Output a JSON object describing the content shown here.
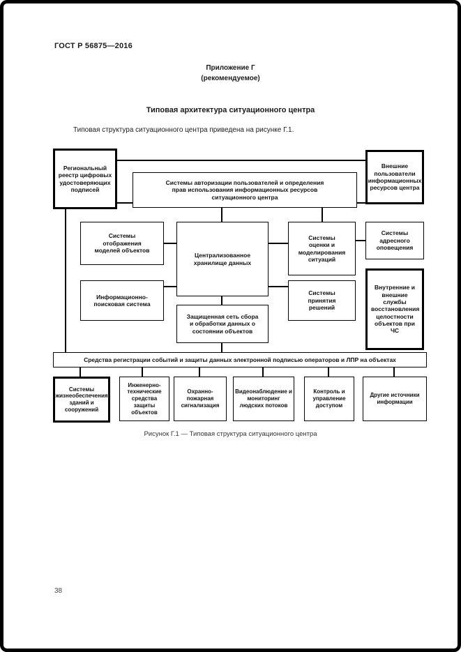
{
  "doc": {
    "header": "ГОСТ Р 56875—2016",
    "appendix": {
      "label": "Приложение Г",
      "note": "(рекомендуемое)"
    },
    "title": "Типовая архитектура ситуационного центра",
    "intro": "Типовая структура ситуационного центра приведена на рисунке Г.1.",
    "figure_caption": "Рисунок Г.1 — Типовая структура ситуационного центра",
    "page_number": "38"
  },
  "diagram": {
    "boxes": {
      "regional_registry": "Региональный реестр цифровых удостоверяющих подписей",
      "authorization": "Системы авторизации пользователей и определения прав использования информационных ресурсов ситуационного центра",
      "external_users": "Внешние пользователи информационных ресурсов центра",
      "model_display": "Системы отображения моделей объектов",
      "central_storage": "Централизованное хранилище данных",
      "assessment_modeling": "Системы оценки и моделирования ситуаций",
      "targeted_alert": "Системы адресного оповещения",
      "recovery_services": "Внутренние и внешние службы восстановления целостности объектов при ЧС",
      "info_retrieval": "Информационно-поисковая система",
      "secure_network": "Защищенная сеть сбора и обработки данных о состоянии объектов",
      "decision_making": "Системы принятия решений",
      "registration_bar": "Средства регистрации событий и защиты данных электронной подписью операторов и ЛПР на объектах",
      "life_support": "Системы жизнеобеспечения зданий и сооружений",
      "engineering_protection": "Инженерно-технические средства защиты объектов",
      "fire_alarm": "Охранно-пожарная сигнализация",
      "video_surveillance": "Видеонаблюдение и мониторинг людских потоков",
      "access_control": "Контроль и управление доступом",
      "other_sources": "Другие источники информации"
    }
  },
  "colors": {
    "line": "#000000",
    "background": "#ffffff",
    "text": "#1a1a1a"
  }
}
